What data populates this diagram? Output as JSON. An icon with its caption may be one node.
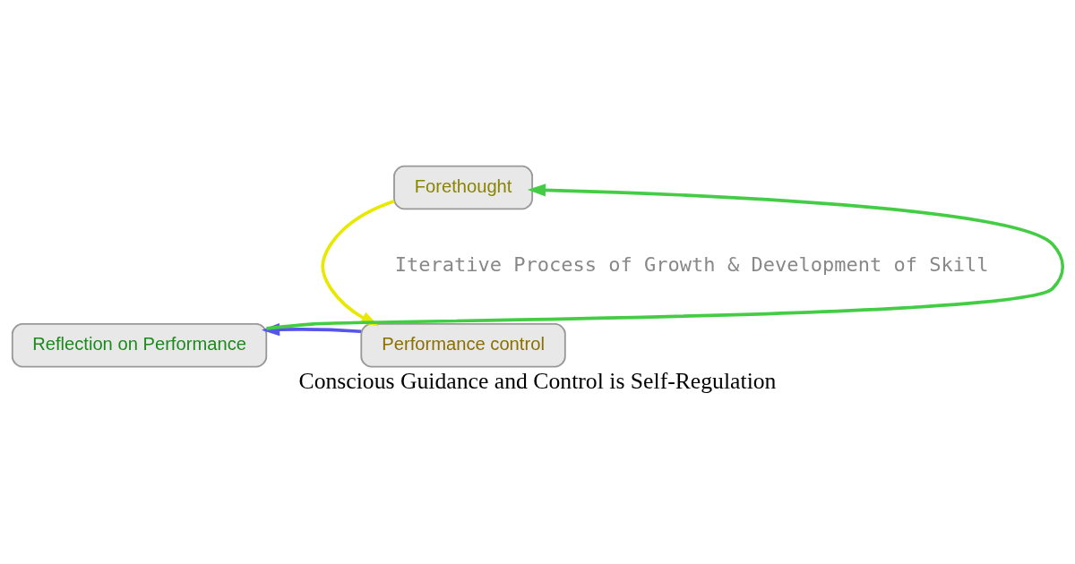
{
  "diagram": {
    "caption": "Conscious Guidance and Control is Self-Regulation",
    "nodes": [
      {
        "text": [
          "Forethought"
        ]
      },
      {
        "text": [
          "Performance control"
        ]
      },
      {
        "text": [
          "Reflection on Performance"
        ]
      }
    ],
    "edges": [
      {
        "from": 0,
        "to": 1,
        "arrow": "to",
        "color": "#e8e800"
      },
      {
        "from": 1,
        "to": 2,
        "arrow": "to",
        "color": "#5555ee"
      },
      {
        "from": 2,
        "to": 0,
        "arrow": "to",
        "color": "#44cc44"
      }
    ],
    "labels": [
      "Iterative Process of Growth & Development of Skill"
    ]
  }
}
